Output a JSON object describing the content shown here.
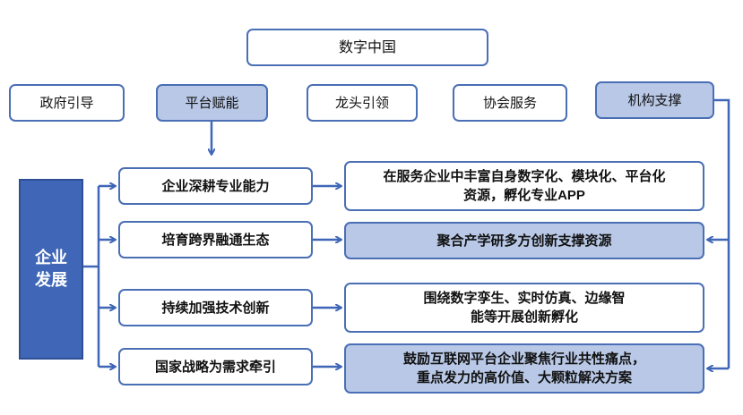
{
  "top": {
    "label": "数字中国"
  },
  "pillars": [
    {
      "label": "政府引导",
      "highlight": false
    },
    {
      "label": "平台赋能",
      "highlight": true
    },
    {
      "label": "龙头引领",
      "highlight": false
    },
    {
      "label": "协会服务",
      "highlight": false
    },
    {
      "label": "机构支撑",
      "highlight": true
    }
  ],
  "side": {
    "label": "企业\n发展"
  },
  "rows": [
    {
      "left": "企业深耕专业能力",
      "right": "在服务企业中丰富自身数字化、模块化、平台化\n资源，孵化专业APP",
      "right_highlight": false
    },
    {
      "left": "培育跨界融通生态",
      "right": "聚合产学研多方创新支撑资源",
      "right_highlight": true
    },
    {
      "left": "持续加强技术创新",
      "right": "围绕数字孪生、实时仿真、边缘智\n能等开展创新孵化",
      "right_highlight": false
    },
    {
      "left": "国家战略为需求牵引",
      "right": "鼓励互联网平台企业聚焦行业共性痛点，\n重点发力的高价值、大颗粒解决方案",
      "right_highlight": true
    }
  ],
  "colors": {
    "accent": "#3f66b7",
    "highlight_fill": "#b8c8e6",
    "border": "#4a6fb5"
  }
}
